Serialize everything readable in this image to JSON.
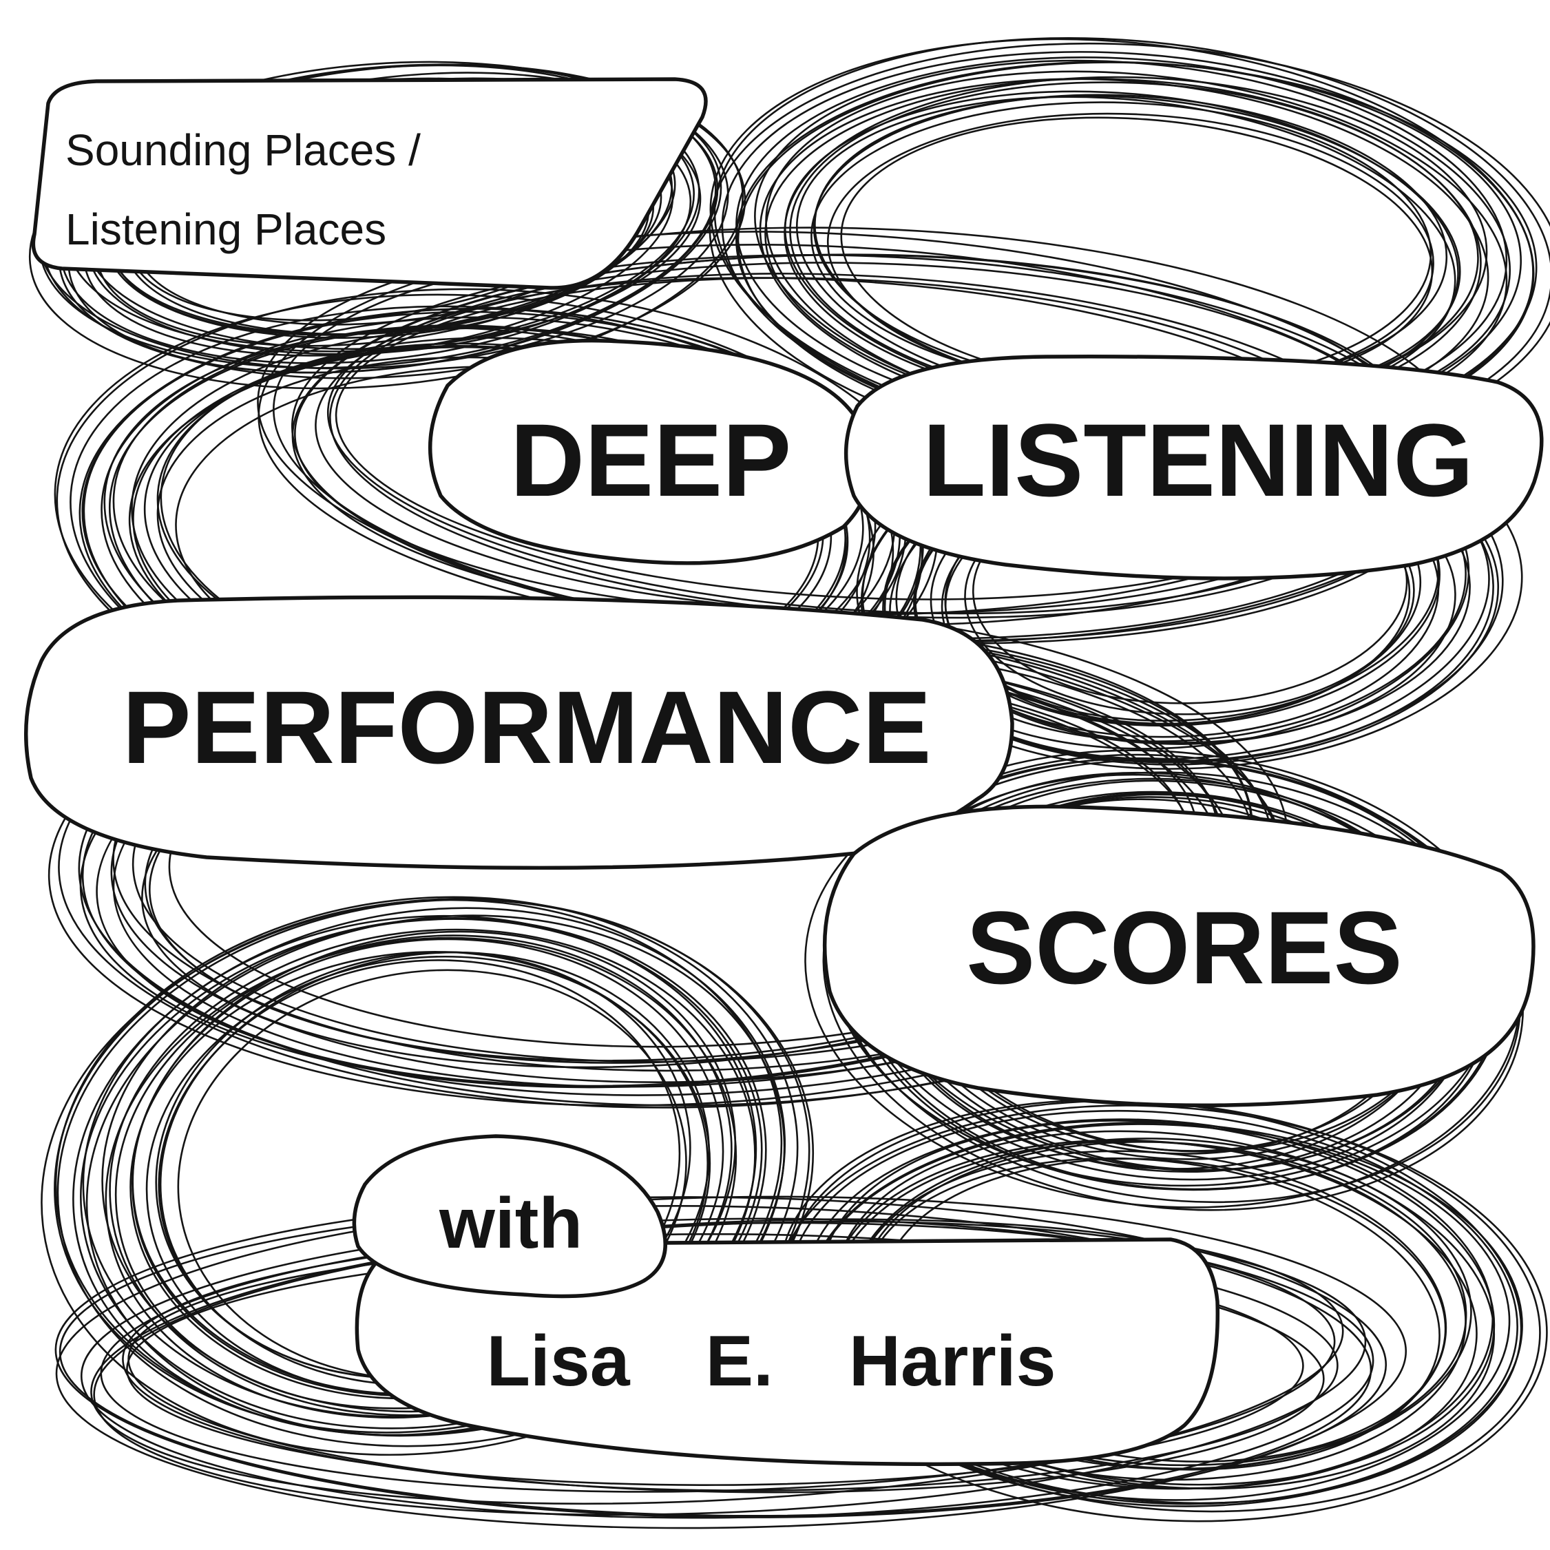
{
  "series_label": {
    "line1": "Sounding Places /",
    "line2": "Listening Places"
  },
  "title": {
    "word1": "DEEP",
    "word2": "LISTENING",
    "word3": "PERFORMANCE",
    "word4": "SCORES"
  },
  "byline": {
    "prefix": "with",
    "name_first": "Lisa",
    "name_initial": "E.",
    "name_last": "Harris"
  },
  "colors": {
    "ink": "#141414",
    "paper": "#ffffff"
  }
}
